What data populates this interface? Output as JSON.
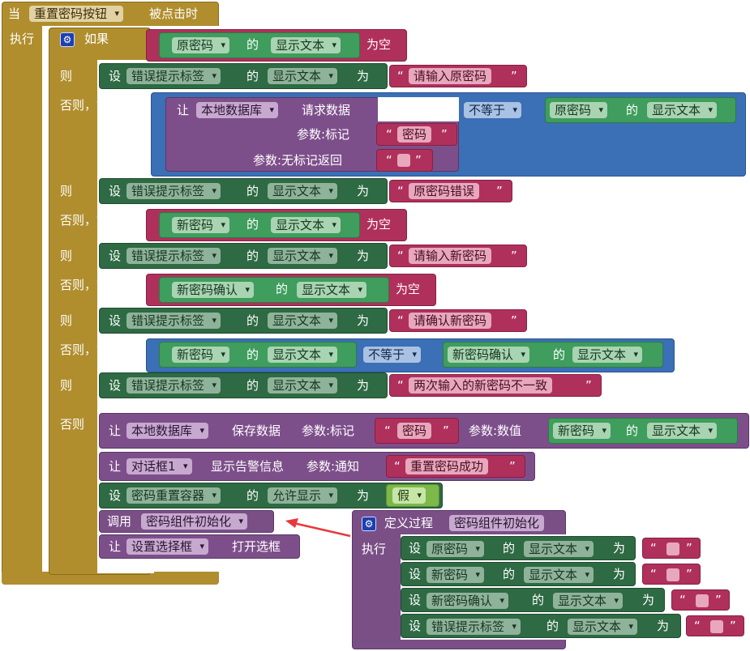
{
  "event": {
    "when": "当",
    "component": "重置密码按钮",
    "event_name": "被点击时",
    "do": "执行"
  },
  "keywords": {
    "if": "如果",
    "then": "则",
    "else_if": "否则，如果",
    "else": "否则",
    "set": "设",
    "of": "的",
    "to": "为",
    "is_empty": "为空",
    "let": "让",
    "call": "调用",
    "define_procedure": "定义过程"
  },
  "properties": {
    "text": "显示文本",
    "visible": "允许显示"
  },
  "components": {
    "old_password": "原密码",
    "new_password": "新密码",
    "new_password_confirm": "新密码确认",
    "error_label": "错误提示标签",
    "local_db": "本地数据库",
    "dialog": "对话框1",
    "reset_container": "密码重置容器",
    "picker": "设置选择框"
  },
  "db_block": {
    "method": "请求数据",
    "param_tag": "参数:标记",
    "param_default": "参数:无标记返回",
    "save_method": "保存数据",
    "param_value": "参数:数值"
  },
  "dialog_block": {
    "method": "显示告警信息",
    "param_notice": "参数:通知"
  },
  "picker_block": {
    "method": "打开选框"
  },
  "compare_op": "不等于",
  "strings": {
    "enter_old": "请输入原密码",
    "tag": "密码",
    "old_wrong": "原密码错误",
    "enter_new": "请输入新密码",
    "confirm_new": "请确认新密码",
    "mismatch": "两次输入的新密码不一致",
    "success": "重置密码成功"
  },
  "bool_false": "假",
  "procedure_name": "密码组件初始化",
  "colors": {
    "control": "#b08e2e",
    "setter": "#2e6a43",
    "getter": "#3f9d5d",
    "text": "#b0305c",
    "logic": "#3b6fb6",
    "component_method": "#7d4f8a",
    "boolean": "#7db84a",
    "arrow": "#e8383d"
  }
}
